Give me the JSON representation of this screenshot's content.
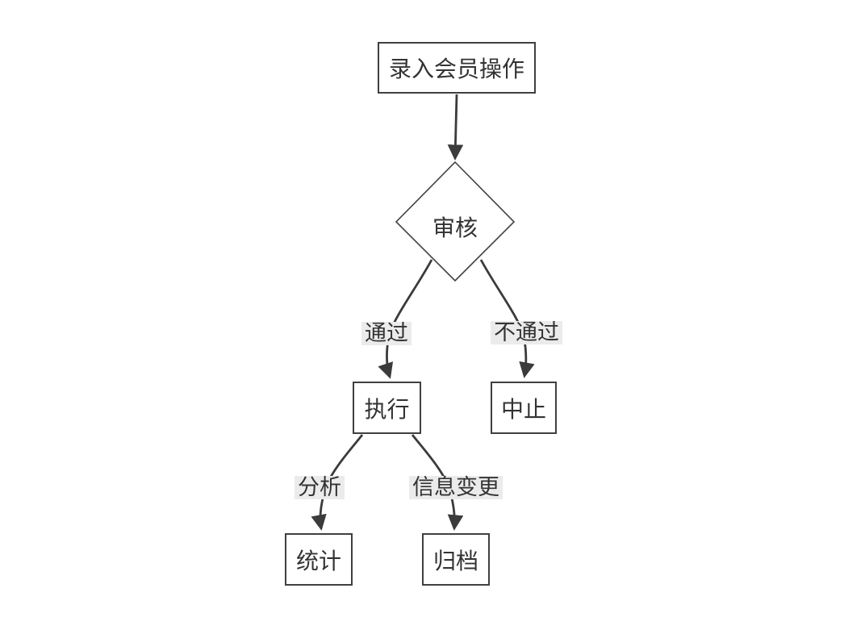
{
  "diagram": {
    "type": "flowchart",
    "direction": "top-down",
    "colors": {
      "canvas_background": "#ffffff",
      "node_fill": "#ffffff",
      "node_border": "#404040",
      "edge": "#3b3b3b",
      "label_background": "#ebebeb",
      "text": "#333333"
    },
    "nodes": {
      "start": {
        "label": "录入会员操作",
        "shape": "rectangle"
      },
      "review": {
        "label": "审核",
        "shape": "diamond"
      },
      "execute": {
        "label": "执行",
        "shape": "rectangle"
      },
      "abort": {
        "label": "中止",
        "shape": "rectangle"
      },
      "stats": {
        "label": "统计",
        "shape": "rectangle"
      },
      "archive": {
        "label": "归档",
        "shape": "rectangle"
      }
    },
    "edges": [
      {
        "from": "start",
        "to": "review",
        "label": ""
      },
      {
        "from": "review",
        "to": "execute",
        "label": "通过"
      },
      {
        "from": "review",
        "to": "abort",
        "label": "不通过"
      },
      {
        "from": "execute",
        "to": "stats",
        "label": "分析"
      },
      {
        "from": "execute",
        "to": "archive",
        "label": "信息变更"
      }
    ]
  }
}
